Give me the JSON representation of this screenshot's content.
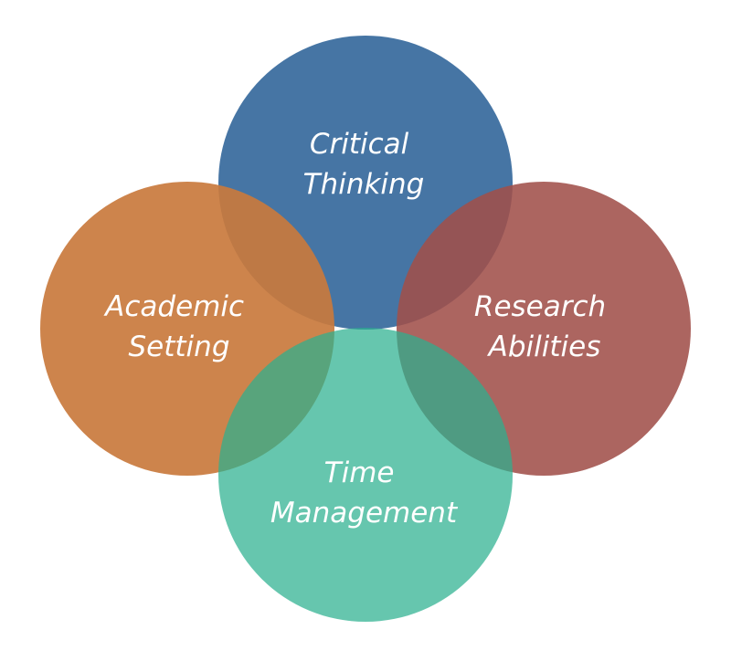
{
  "diagram": {
    "circles": [
      {
        "id": "critical-thinking",
        "lines": [
          "Critical",
          "Thinking"
        ],
        "color": "#3c6e9f"
      },
      {
        "id": "academic-setting",
        "lines": [
          "Academic",
          "Setting"
        ],
        "color": "#c97a3d"
      },
      {
        "id": "research-abilities",
        "lines": [
          "Research",
          "Abilities"
        ],
        "color": "#a1504a"
      },
      {
        "id": "time-management",
        "lines": [
          "Time",
          "Management"
        ],
        "color": "#2bb08f"
      }
    ]
  }
}
